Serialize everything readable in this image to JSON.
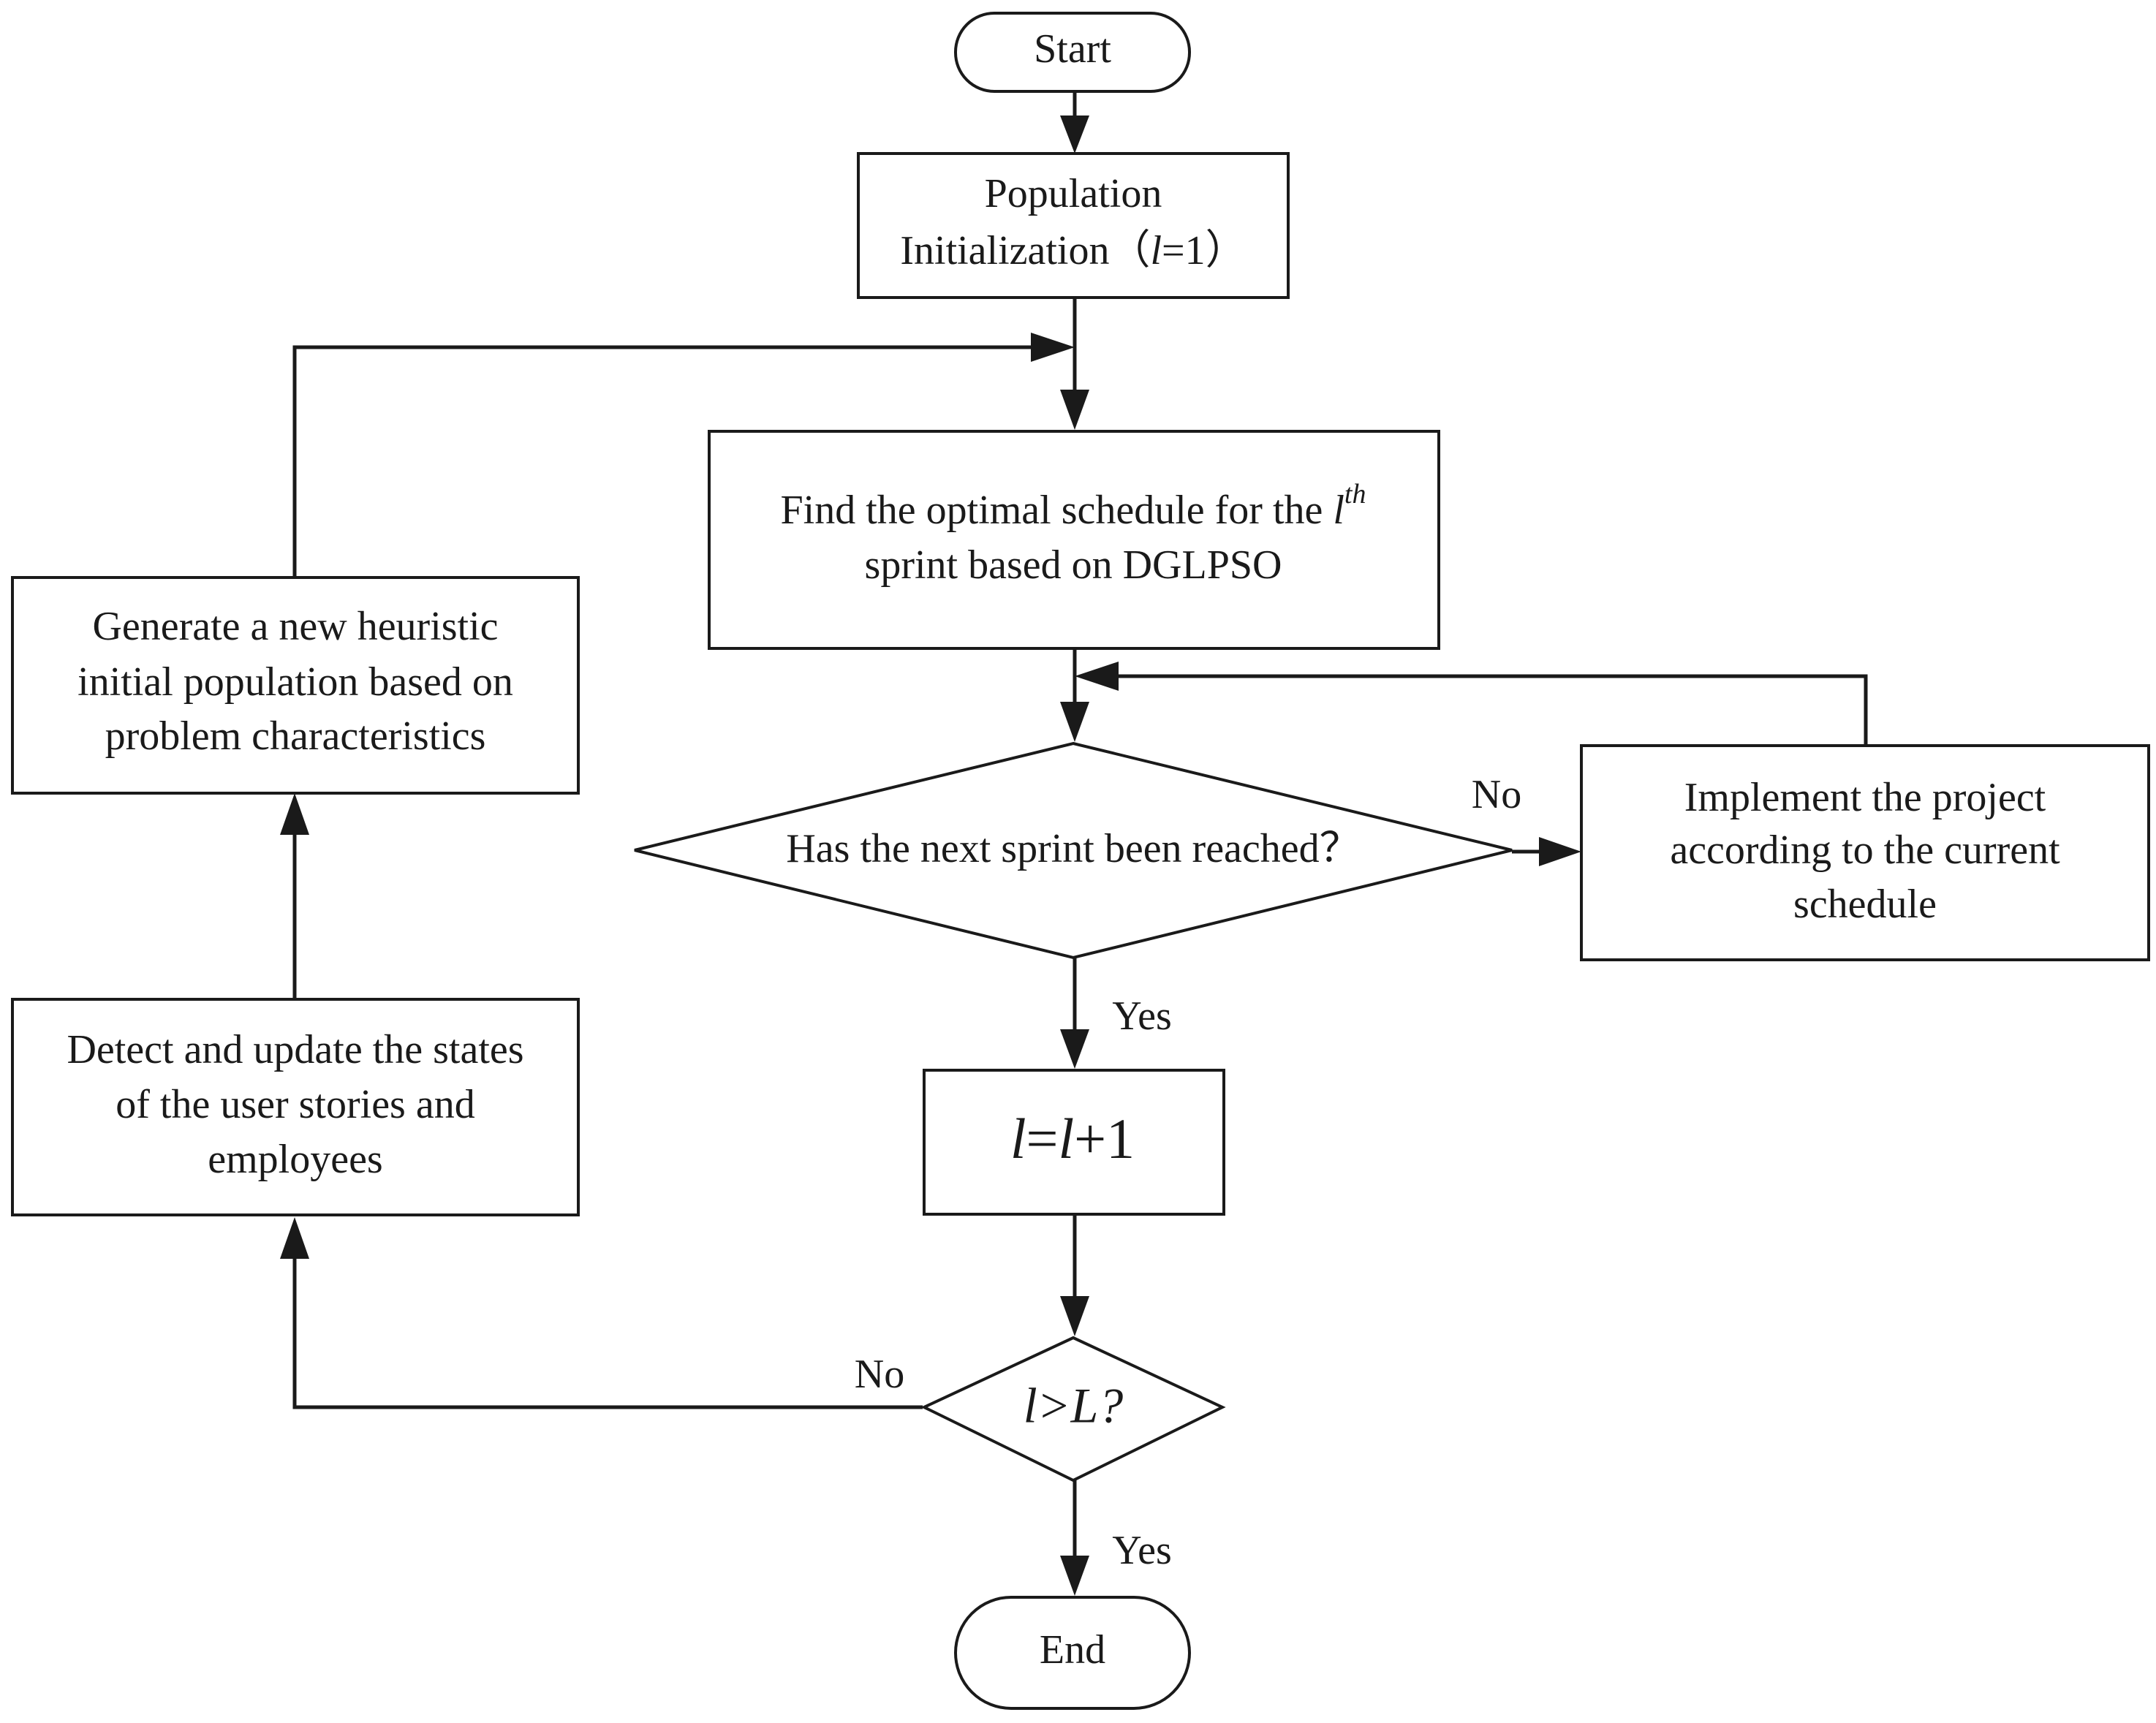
{
  "nodes": {
    "start": {
      "label": "Start"
    },
    "init": {
      "line1": "Population",
      "line2_pre": "Initialization（",
      "line2_var": "l",
      "line2_post": "=1）"
    },
    "find": {
      "line1_pre": "Find the optimal schedule  for the ",
      "line1_var": "l",
      "line1_sup": "th",
      "line2": "sprint based on DGLPSO"
    },
    "sprint_check": {
      "label": "Has the next sprint been reached？"
    },
    "implement": {
      "lines": [
        "Implement the project",
        "according to the current",
        "schedule"
      ]
    },
    "increment": {
      "lhs": "l",
      "eq": "=",
      "rhs_var": "l",
      "rhs_rest": "+1"
    },
    "limit_check": {
      "label": "l>L?"
    },
    "end": {
      "label": "End"
    },
    "detect": {
      "lines": [
        "Detect and update the states",
        "of the user stories and",
        "employees"
      ]
    },
    "generate": {
      "lines": [
        "Generate a  new heuristic",
        "initial population based on",
        "problem characteristics"
      ]
    }
  },
  "edge_labels": {
    "sprint_no": "No",
    "sprint_yes": "Yes",
    "limit_no": "No",
    "limit_yes": "Yes"
  },
  "colors": {
    "stroke": "#1a1a1a",
    "background": "#ffffff"
  }
}
